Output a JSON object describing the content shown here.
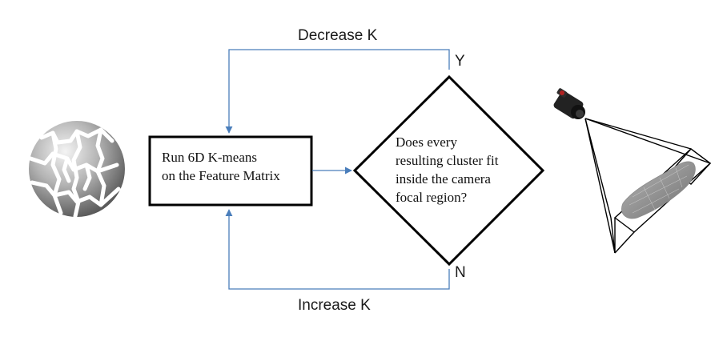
{
  "flow": {
    "process_box": {
      "lines": [
        "Run 6D K-means",
        "on the Feature Matrix"
      ]
    },
    "decision": {
      "lines": [
        "Does every",
        "resulting cluster fit",
        "inside the camera",
        "focal region?"
      ],
      "yes_label": "Y",
      "no_label": "N"
    },
    "loop_top_label": "Decrease K",
    "loop_bottom_label": "Increase K"
  },
  "icons": {
    "left": "segmented-sphere-icon",
    "camera": "camera-icon",
    "frustum": "camera-frustum-icon"
  },
  "colors": {
    "arrow": "#4a7ebb",
    "outline": "#000000",
    "sphere_light": "#f2f2f2",
    "sphere_dark": "#5a5a5a",
    "cluster_mesh": "#8c8c8c"
  }
}
